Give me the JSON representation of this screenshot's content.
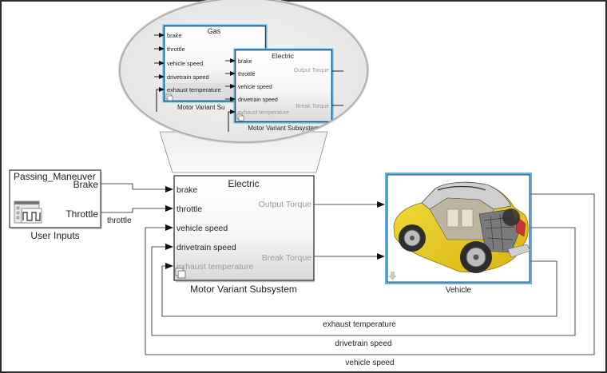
{
  "magnifier": {
    "gas_block": {
      "title": "Gas",
      "inputs": [
        "brake",
        "throttle",
        "vehicle speed",
        "drivetrain speed",
        "exhaust temperature"
      ],
      "caption": "Motor Variant Su"
    },
    "electric_block": {
      "title": "Electric",
      "inputs": [
        "brake",
        "throttle",
        "vehicle speed",
        "drivetrain speed",
        "exhaust temperature"
      ],
      "outputs": [
        "Output Torque",
        "Break Torque"
      ],
      "caption": "Motor Variant Subsystem"
    }
  },
  "user_inputs": {
    "title": "Passing_Maneuver",
    "outputs": [
      "Brake",
      "Throttle"
    ],
    "caption": "User Inputs",
    "icon": "signal-builder-icon"
  },
  "motor_block": {
    "title": "Electric",
    "inputs": [
      "brake",
      "throttle",
      "vehicle speed",
      "drivetrain speed",
      "exhaust temperature"
    ],
    "outputs": [
      "Output Torque",
      "Break Torque"
    ],
    "caption": "Motor Variant Subsystem",
    "icon": "variant-subsystem-icon"
  },
  "vehicle_block": {
    "caption": "Vehicle",
    "image": "car-cutaway-image",
    "icon": "down-arrow-icon"
  },
  "signals": {
    "throttle": "throttle",
    "exhaust_temperature": "exhaust temperature",
    "drivetrain_speed": "drivetrain speed",
    "vehicle_speed": "vehicle speed"
  },
  "colors": {
    "selection_blue": "#3fa9e8",
    "inactive_text": "#9a9a9a",
    "car_yellow": "#e6c821"
  }
}
